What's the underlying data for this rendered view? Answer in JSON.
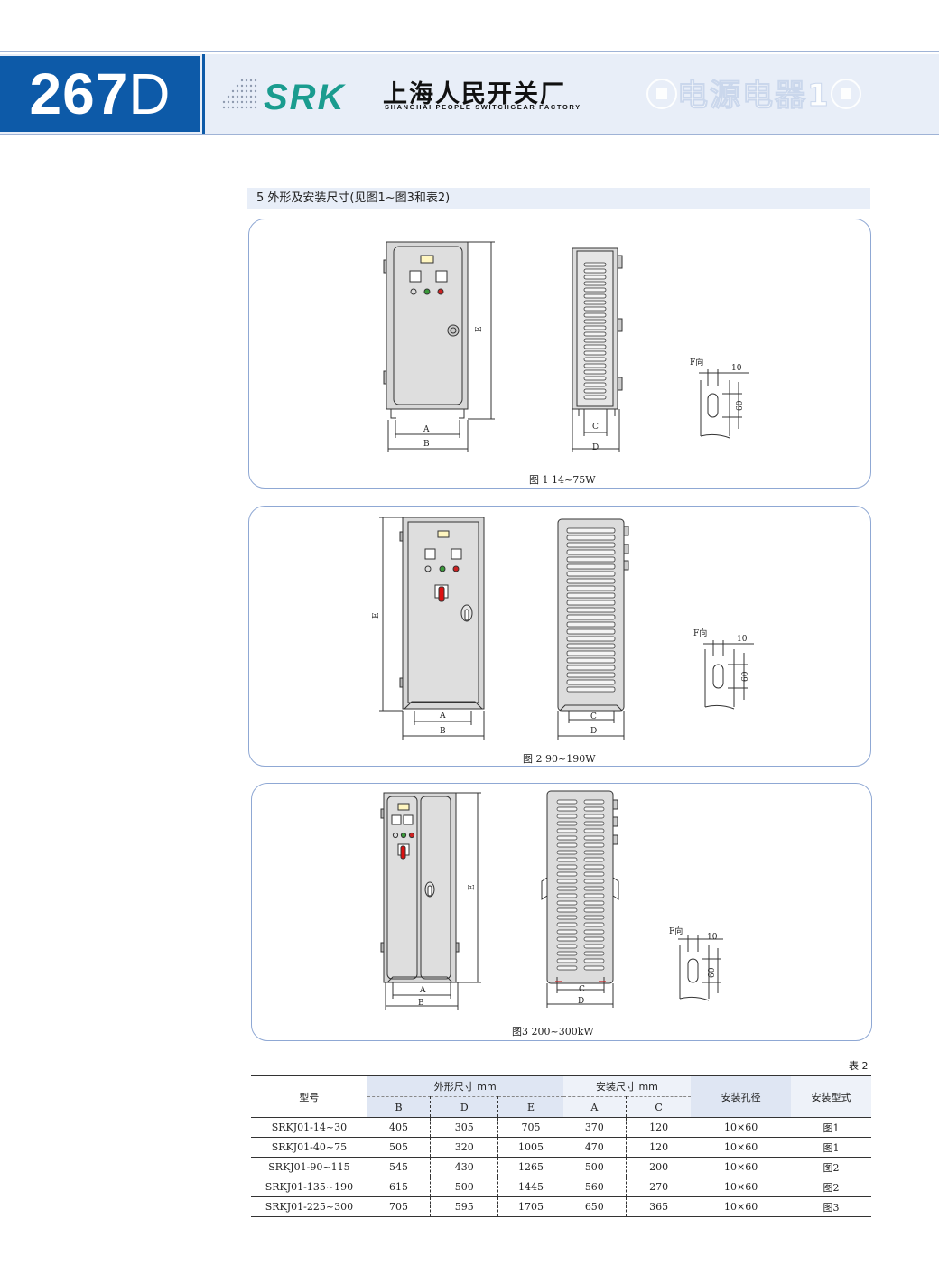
{
  "header": {
    "page_number": "267",
    "page_suffix": "D",
    "brand": "SRK",
    "company_cn": "上海人民开关厂",
    "company_en": "SHANGHAI PEOPLE SWITCHGEAR FACTORY",
    "category": "电源电器1"
  },
  "section_title": "5  外形及安装尺寸(见图1~图3和表2)",
  "figures": [
    {
      "caption": "图 1  14~75W",
      "dims": {
        "A": "A",
        "B": "B",
        "C": "C",
        "D": "D",
        "E": "E"
      },
      "mount": {
        "dir": "F向",
        "w": "10",
        "h": "60"
      }
    },
    {
      "caption": "图 2  90~190W",
      "dims": {
        "A": "A",
        "B": "B",
        "C": "C",
        "D": "D",
        "E": "E"
      },
      "mount": {
        "dir": "F向",
        "w": "10",
        "h": "60"
      }
    },
    {
      "caption": "图3 200~300kW",
      "dims": {
        "A": "A",
        "B": "B",
        "C": "C",
        "D": "D",
        "E": "E"
      },
      "mount": {
        "dir": "F向",
        "w": "10",
        "h": "60"
      }
    }
  ],
  "table": {
    "note": "表 2",
    "headers": {
      "model": "型号",
      "outer": "外形尺寸  mm",
      "install": "安装尺寸   mm",
      "hole": "安装孔径",
      "type": "安装型式",
      "B": "B",
      "D": "D",
      "E": "E",
      "A": "A",
      "C": "C"
    },
    "rows": [
      {
        "model": "SRKJ01-14~30",
        "B": "405",
        "D": "305",
        "E": "705",
        "A": "370",
        "C": "120",
        "hole": "10×60",
        "type": "图1"
      },
      {
        "model": "SRKJ01-40~75",
        "B": "505",
        "D": "320",
        "E": "1005",
        "A": "470",
        "C": "120",
        "hole": "10×60",
        "type": "图1"
      },
      {
        "model": "SRKJ01-90~115",
        "B": "545",
        "D": "430",
        "E": "1265",
        "A": "500",
        "C": "200",
        "hole": "10×60",
        "type": "图2"
      },
      {
        "model": "SRKJ01-135~190",
        "B": "615",
        "D": "500",
        "E": "1445",
        "A": "560",
        "C": "270",
        "hole": "10×60",
        "type": "图2"
      },
      {
        "model": "SRKJ01-225~300",
        "B": "705",
        "D": "595",
        "E": "1705",
        "A": "650",
        "C": "365",
        "hole": "10×60",
        "type": "图3"
      }
    ]
  }
}
